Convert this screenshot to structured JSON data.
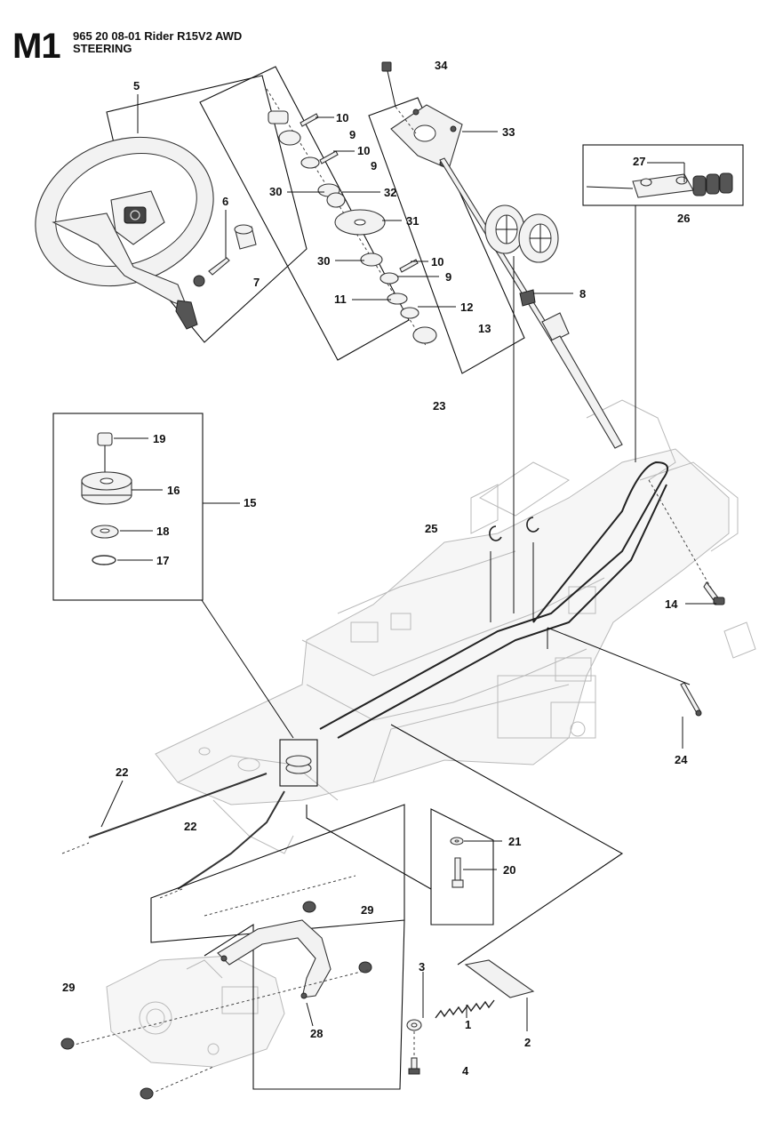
{
  "header": {
    "code": "M1",
    "line1": "965 20 08-01 Rider R15V2 AWD",
    "line2": "STEERING"
  },
  "callouts": [
    {
      "id": "c-1",
      "label": "1"
    },
    {
      "id": "c-2",
      "label": "2"
    },
    {
      "id": "c-3",
      "label": "3"
    },
    {
      "id": "c-4",
      "label": "4"
    },
    {
      "id": "c-5",
      "label": "5"
    },
    {
      "id": "c-6",
      "label": "6"
    },
    {
      "id": "c-7",
      "label": "7"
    },
    {
      "id": "c-8",
      "label": "8"
    },
    {
      "id": "c-9a",
      "label": "9"
    },
    {
      "id": "c-9b",
      "label": "9"
    },
    {
      "id": "c-9c",
      "label": "9"
    },
    {
      "id": "c-10a",
      "label": "10"
    },
    {
      "id": "c-10b",
      "label": "10"
    },
    {
      "id": "c-10c",
      "label": "10"
    },
    {
      "id": "c-11",
      "label": "11"
    },
    {
      "id": "c-12",
      "label": "12"
    },
    {
      "id": "c-13",
      "label": "13"
    },
    {
      "id": "c-14",
      "label": "14"
    },
    {
      "id": "c-15",
      "label": "15"
    },
    {
      "id": "c-16",
      "label": "16"
    },
    {
      "id": "c-17",
      "label": "17"
    },
    {
      "id": "c-18",
      "label": "18"
    },
    {
      "id": "c-19",
      "label": "19"
    },
    {
      "id": "c-20",
      "label": "20"
    },
    {
      "id": "c-21",
      "label": "21"
    },
    {
      "id": "c-22a",
      "label": "22"
    },
    {
      "id": "c-22b",
      "label": "22"
    },
    {
      "id": "c-23",
      "label": "23"
    },
    {
      "id": "c-24",
      "label": "24"
    },
    {
      "id": "c-25",
      "label": "25"
    },
    {
      "id": "c-26",
      "label": "26"
    },
    {
      "id": "c-27",
      "label": "27"
    },
    {
      "id": "c-28",
      "label": "28"
    },
    {
      "id": "c-29a",
      "label": "29"
    },
    {
      "id": "c-29b",
      "label": "29"
    },
    {
      "id": "c-30a",
      "label": "30"
    },
    {
      "id": "c-30b",
      "label": "30"
    },
    {
      "id": "c-31",
      "label": "31"
    },
    {
      "id": "c-32",
      "label": "32"
    },
    {
      "id": "c-33",
      "label": "33"
    },
    {
      "id": "c-34",
      "label": "34"
    }
  ]
}
